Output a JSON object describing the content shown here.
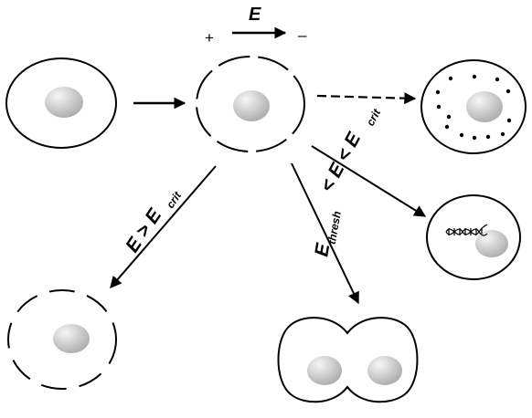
{
  "field": {
    "plus": "+",
    "symbol": "E",
    "minus": "–"
  },
  "labels": {
    "above_critical": {
      "main": "E > E",
      "sub": "crit"
    },
    "between_main": "< E < E",
    "between_sub": "crit",
    "threshold_main": "E",
    "threshold_sub": "thresh"
  },
  "colors": {
    "stroke": "#000000",
    "nucleus_light": "#f4f4f4",
    "nucleus_dark": "#a9a9a9",
    "background": "#ffffff"
  },
  "icons": [
    "arrow-icon",
    "dna-helix-icon",
    "pore-dot-icon"
  ]
}
